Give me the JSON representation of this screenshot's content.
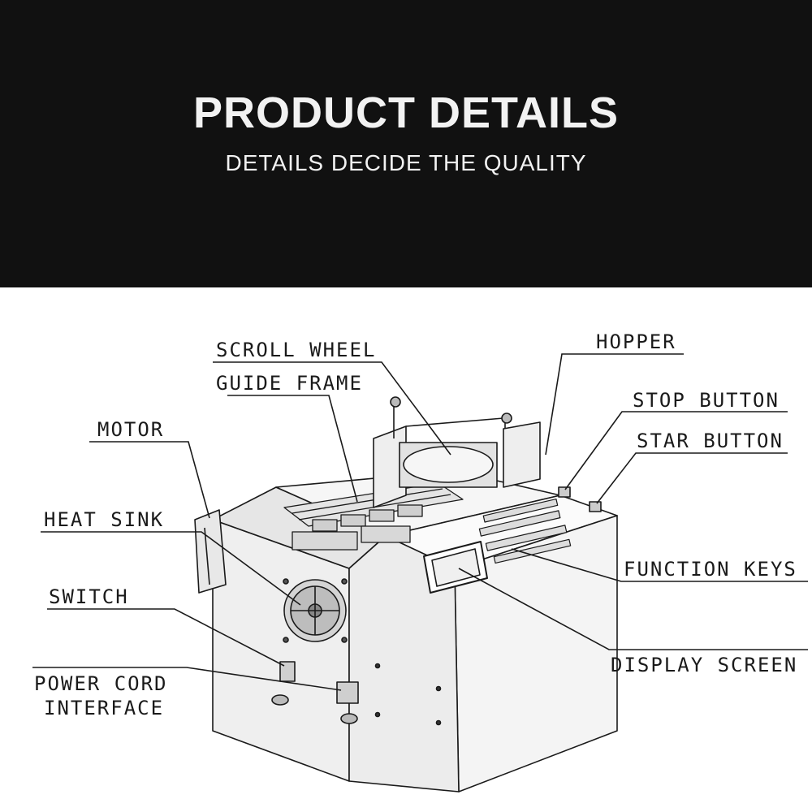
{
  "header": {
    "title": "PRODUCT DETAILS",
    "subtitle": "DETAILS DECIDE THE QUALITY"
  },
  "labels": {
    "scroll_wheel": "SCROLL WHEEL",
    "guide_frame": "GUIDE FRAME",
    "motor": "MOTOR",
    "heat_sink": "HEAT SINK",
    "switch": "SWITCH",
    "power_cord_1": "POWER CORD",
    "power_cord_2": "INTERFACE",
    "hopper": "HOPPER",
    "stop_button": "STOP BUTTON",
    "star_button": "STAR BUTTON",
    "function_keys": "FUNCTION KEYS",
    "display_screen": "DISPLAY SCREEN"
  },
  "colors": {
    "banner_bg": "#111111",
    "banner_text": "#f2f2f2",
    "line": "#1a1a1a",
    "machine_face": "#f4f4f4",
    "machine_shade": "#dcdcdc"
  }
}
